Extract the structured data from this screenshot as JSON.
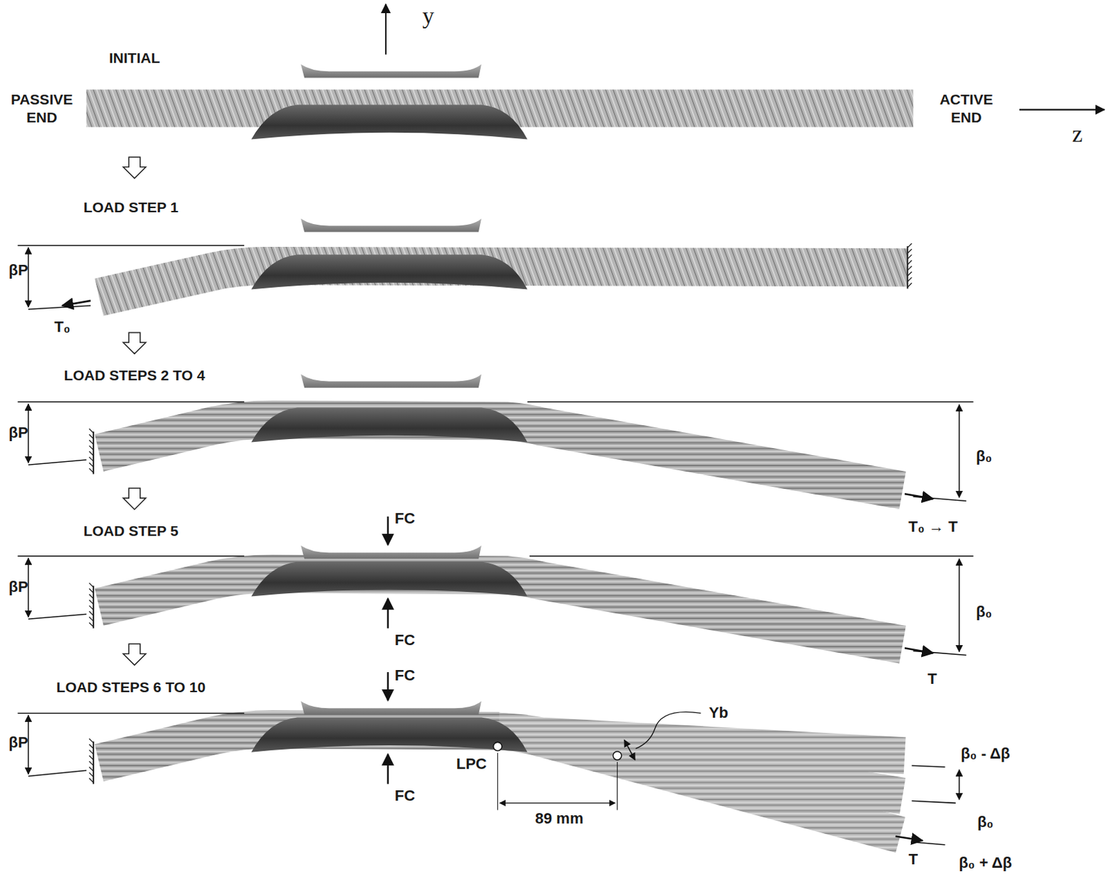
{
  "diagram": {
    "labels": [
      "y",
      "INITIAL",
      "PASSIVE END",
      "ACTIVE END",
      "z",
      "LOAD STEP 1",
      "βP",
      "T₀",
      "LOAD STEPS 2 TO 4",
      "βP",
      "β₀",
      "T₀ → T",
      "LOAD STEP 5",
      "FC",
      "βP",
      "β₀",
      "FC",
      "T",
      "LOAD STEPS 6 TO 10",
      "FC",
      "Yb",
      "βP",
      "LPC",
      "β₀ - Δβ",
      "FC",
      "β₀",
      "89 mm",
      "T",
      "β₀ + Δβ"
    ]
  }
}
